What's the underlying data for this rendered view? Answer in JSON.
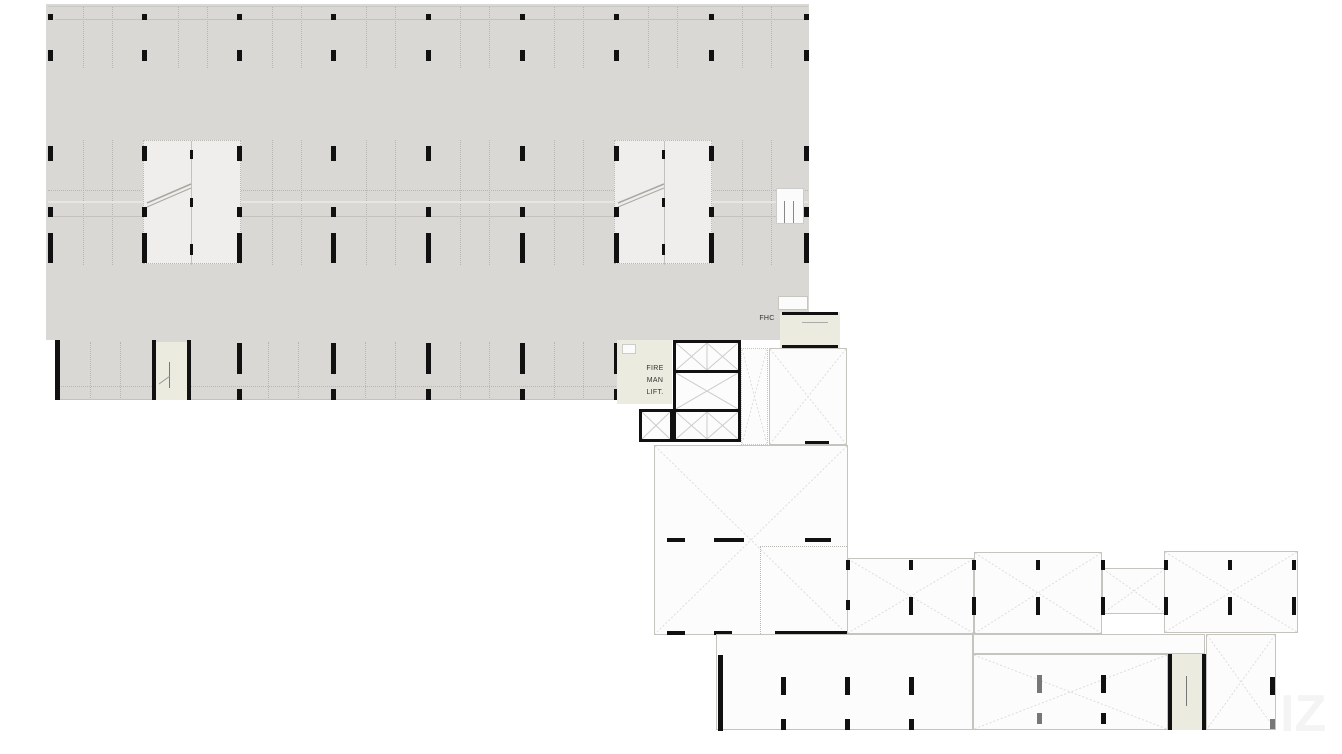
{
  "plan": {
    "type": "architectural floor plan",
    "level": "parking level",
    "colors": {
      "parking_fill": "#d9d8d5",
      "ramp_fill": "#efeeec",
      "stair_fill": "#ecebe0",
      "room_fill": "#fcfcfc",
      "column": "#111111"
    }
  },
  "labels": {
    "fire_lift_line1": "FIRE",
    "fire_lift_line2": "MAN",
    "fire_lift_line3": "LIFT.",
    "fhc": "FHC"
  },
  "watermark": "IZ"
}
